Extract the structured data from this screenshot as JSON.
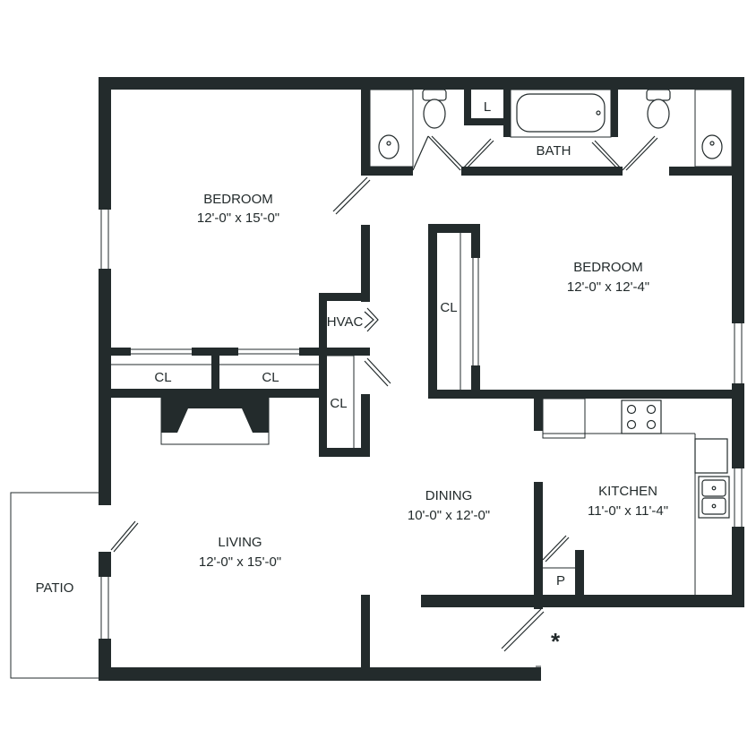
{
  "rooms": {
    "bedroom_1": {
      "name": "BEDROOM",
      "size": "12'-0\" x 15'-0\""
    },
    "bedroom_2": {
      "name": "BEDROOM",
      "size": "12'-0\" x 12'-4\""
    },
    "bath": {
      "name": "BATH"
    },
    "laundry": {
      "name": "L"
    },
    "hvac": {
      "name": "HVAC"
    },
    "closet_left": {
      "name": "CL"
    },
    "closet_center": {
      "name": "CL"
    },
    "closet_hall": {
      "name": "CL"
    },
    "closet_bedroom_2": {
      "name": "CL"
    },
    "dining": {
      "name": "DINING",
      "size": "10'-0\" x 12'-0\""
    },
    "kitchen": {
      "name": "KITCHEN",
      "size": "11'-0\" x 11'-4\""
    },
    "living": {
      "name": "LIVING",
      "size": "12'-0\" x 15'-0\""
    },
    "pantry": {
      "name": "P"
    },
    "patio": {
      "name": "PATIO"
    }
  },
  "entry_marker": "*",
  "colors": {
    "wall": "#232b2c",
    "background": "#ffffff"
  }
}
